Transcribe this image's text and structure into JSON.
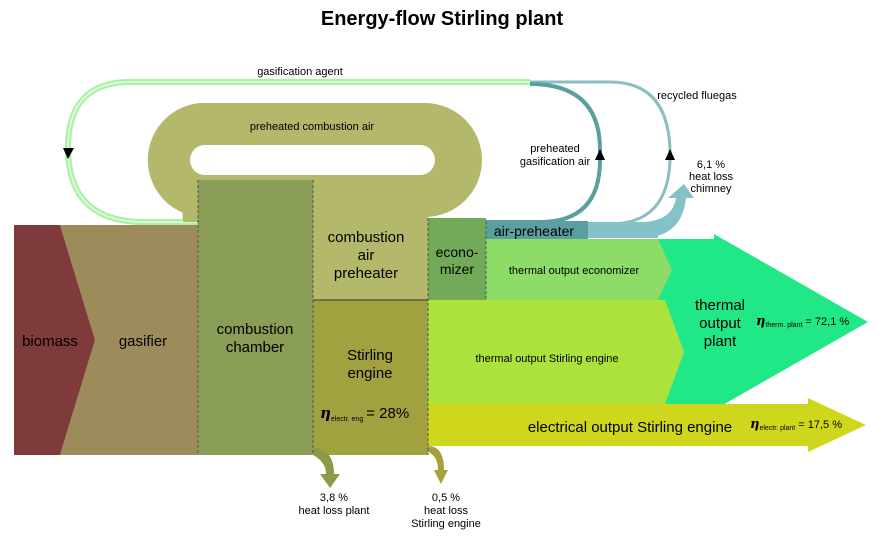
{
  "title": "Energy-flow Stirling plant",
  "labels": {
    "gasification_agent": "gasification agent",
    "preheated_combustion_air": "preheated combustion air",
    "preheated_gasification_air": [
      "preheated",
      "gasification air"
    ],
    "recycled_fluegas": "recycled fluegas",
    "heat_loss_chimney": [
      "6,1 %",
      "heat loss",
      "chimney"
    ],
    "biomass": "biomass",
    "gasifier": "gasifier",
    "combustion_chamber": [
      "combustion",
      "chamber"
    ],
    "combustion_air_preheater": [
      "combustion",
      "air",
      "preheater"
    ],
    "economizer": [
      "econo-",
      "mizer"
    ],
    "air_preheater": "air-preheater",
    "thermal_output_economizer": "thermal output economizer",
    "stirling_engine": [
      "Stirling",
      "engine"
    ],
    "eta_electr_eng_sub": "electr. eng",
    "eta_electr_eng_value": "= 28%",
    "thermal_output_stirling": "thermal output Stirling engine",
    "thermal_output_plant": [
      "thermal",
      "output",
      "plant"
    ],
    "eta_therm_plant_sub": "therm. plant",
    "eta_therm_plant_value": "= 72,1 %",
    "electrical_output": "electrical output Stirling engine",
    "eta_electr_plant_sub": "electr. plant",
    "eta_electr_plant_value": "= 17,5 %",
    "heat_loss_plant": [
      "3,8 %",
      "heat loss plant"
    ],
    "heat_loss_stirling": [
      "0,5 %",
      "heat loss",
      "Stirling engine"
    ],
    "eta_symbol": "η"
  },
  "colors": {
    "biomass": "#7f3a3c",
    "gasifier": "#9e8b5c",
    "combustion_chamber": "#8a9d56",
    "preheated_air": "#b3b86a",
    "stirling": "#a2a140",
    "economizer": "#72aa5a",
    "air_preheater": "#5c9fa0",
    "thermal_economizer": "#8ddc68",
    "thermal_stirling": "#abe33c",
    "thermal_plant": "#21e887",
    "electrical": "#cfd71c",
    "gasification_agent": "#a8f0a6",
    "recycled_fluegas": "#8bbfc2",
    "chimney_arrow": "#84c2c7",
    "loss_plant": "#8f9a48",
    "loss_stirling": "#a6a13c"
  }
}
